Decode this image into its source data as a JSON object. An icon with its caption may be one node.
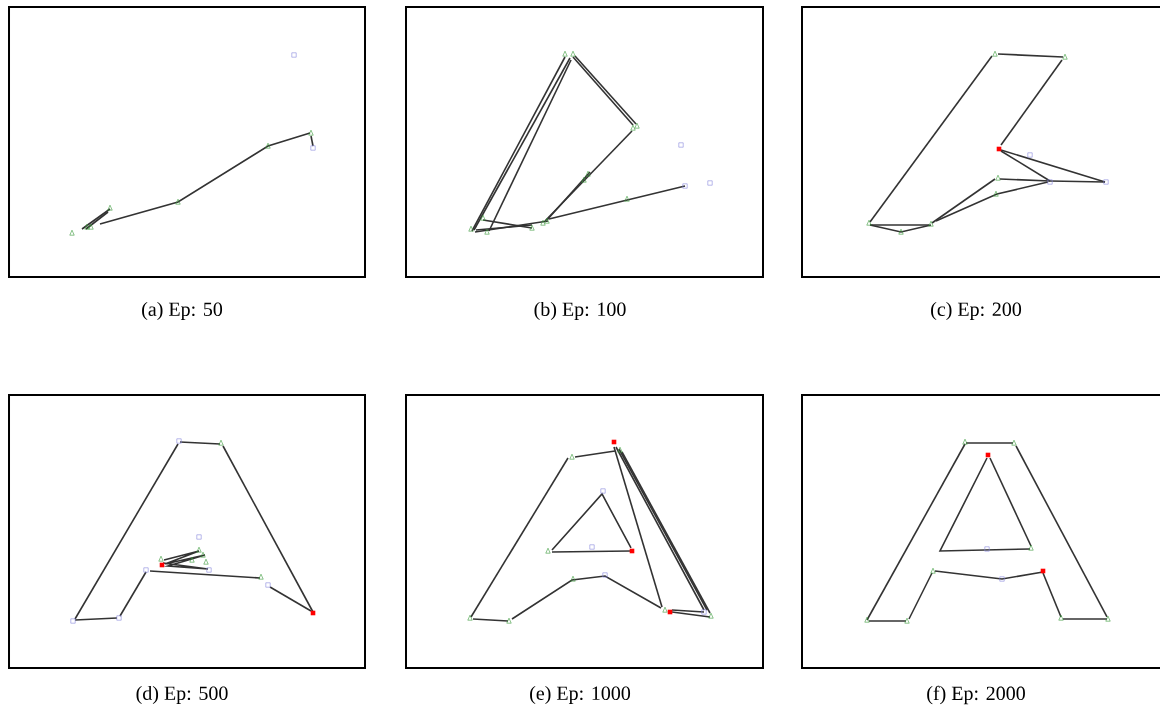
{
  "diagram": {
    "labels": [
      "(a) Ep: 50",
      "(b) Ep: 100",
      "(c) Ep: 200",
      "(d) Ep: 500",
      "(e) Ep: 1000",
      "(f) Ep: 2000"
    ]
  }
}
